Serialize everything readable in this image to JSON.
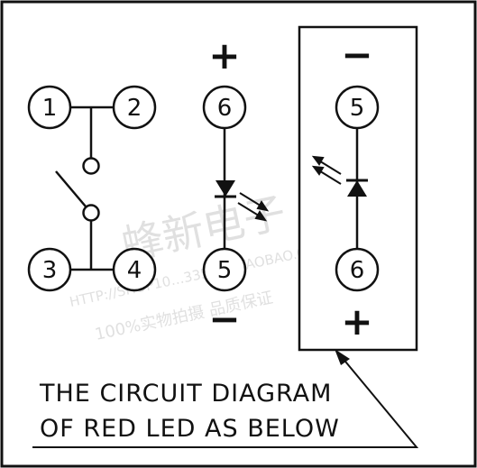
{
  "switch_pins": {
    "p1": "1",
    "p2": "2",
    "p3": "3",
    "p4": "4"
  },
  "led_left": {
    "top_sign": "+",
    "top_pin": "6",
    "bottom_pin": "5",
    "bottom_sign": "−"
  },
  "led_right": {
    "top_sign": "−",
    "top_pin": "5",
    "bottom_pin": "6",
    "bottom_sign": "+"
  },
  "caption": {
    "line1": "THE CIRCUIT DIAGRAM",
    "line2": "OF RED LED AS BELOW"
  },
  "watermark": {
    "chinese": "蜂新电子",
    "url": "HTTP://SHOP10…335554.TAOBAO.COM",
    "guarantee": "100%实物拍摄 品质保证"
  },
  "colors": {
    "line": "#111111",
    "background": "#ffffff",
    "watermark": "#c8c8c8"
  }
}
